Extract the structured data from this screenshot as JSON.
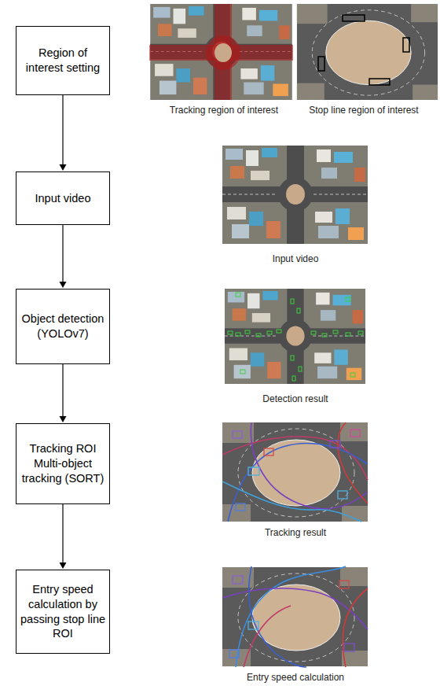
{
  "diagram": {
    "nodes": [
      {
        "text": [
          "Region of interest setting"
        ]
      },
      {
        "text": [
          "Input video"
        ]
      },
      {
        "text": [
          "Object detection (YOLOv7)"
        ]
      },
      {
        "text": [
          "Tracking ROI Multi-object tracking (SORT)"
        ]
      },
      {
        "text": [
          "Entry speed calculation by passing stop line ROI"
        ]
      }
    ],
    "edges": [
      {
        "from": 0,
        "to": 1,
        "arrow": "to"
      },
      {
        "from": 1,
        "to": 2,
        "arrow": "to"
      },
      {
        "from": 2,
        "to": 3,
        "arrow": "to"
      },
      {
        "from": 3,
        "to": 4,
        "arrow": "to"
      }
    ],
    "labels": [
      "Tracking region of interest",
      "Stop line region of interest",
      "Input video",
      "Detection result",
      "Tracking result",
      "Entry speed calculation"
    ]
  }
}
